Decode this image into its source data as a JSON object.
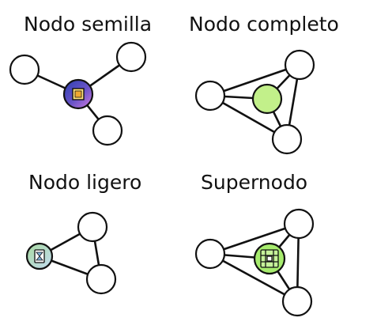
{
  "panels": [
    {
      "id": "seed",
      "title": "Nodo semilla",
      "center_color": "#6a54c8",
      "center_icon": "seed-box-icon"
    },
    {
      "id": "full",
      "title": "Nodo completo",
      "center_color": "#c2f08a",
      "center_icon": ""
    },
    {
      "id": "light",
      "title": "Nodo ligero",
      "center_color": "#b5dbe6",
      "center_icon": "light-device-icon"
    },
    {
      "id": "super",
      "title": "Supernodo",
      "center_color": "#a7ec6e",
      "center_icon": "server-rack-icon"
    }
  ],
  "colors": {
    "stroke": "#111111",
    "peer_fill": "#ffffff"
  }
}
